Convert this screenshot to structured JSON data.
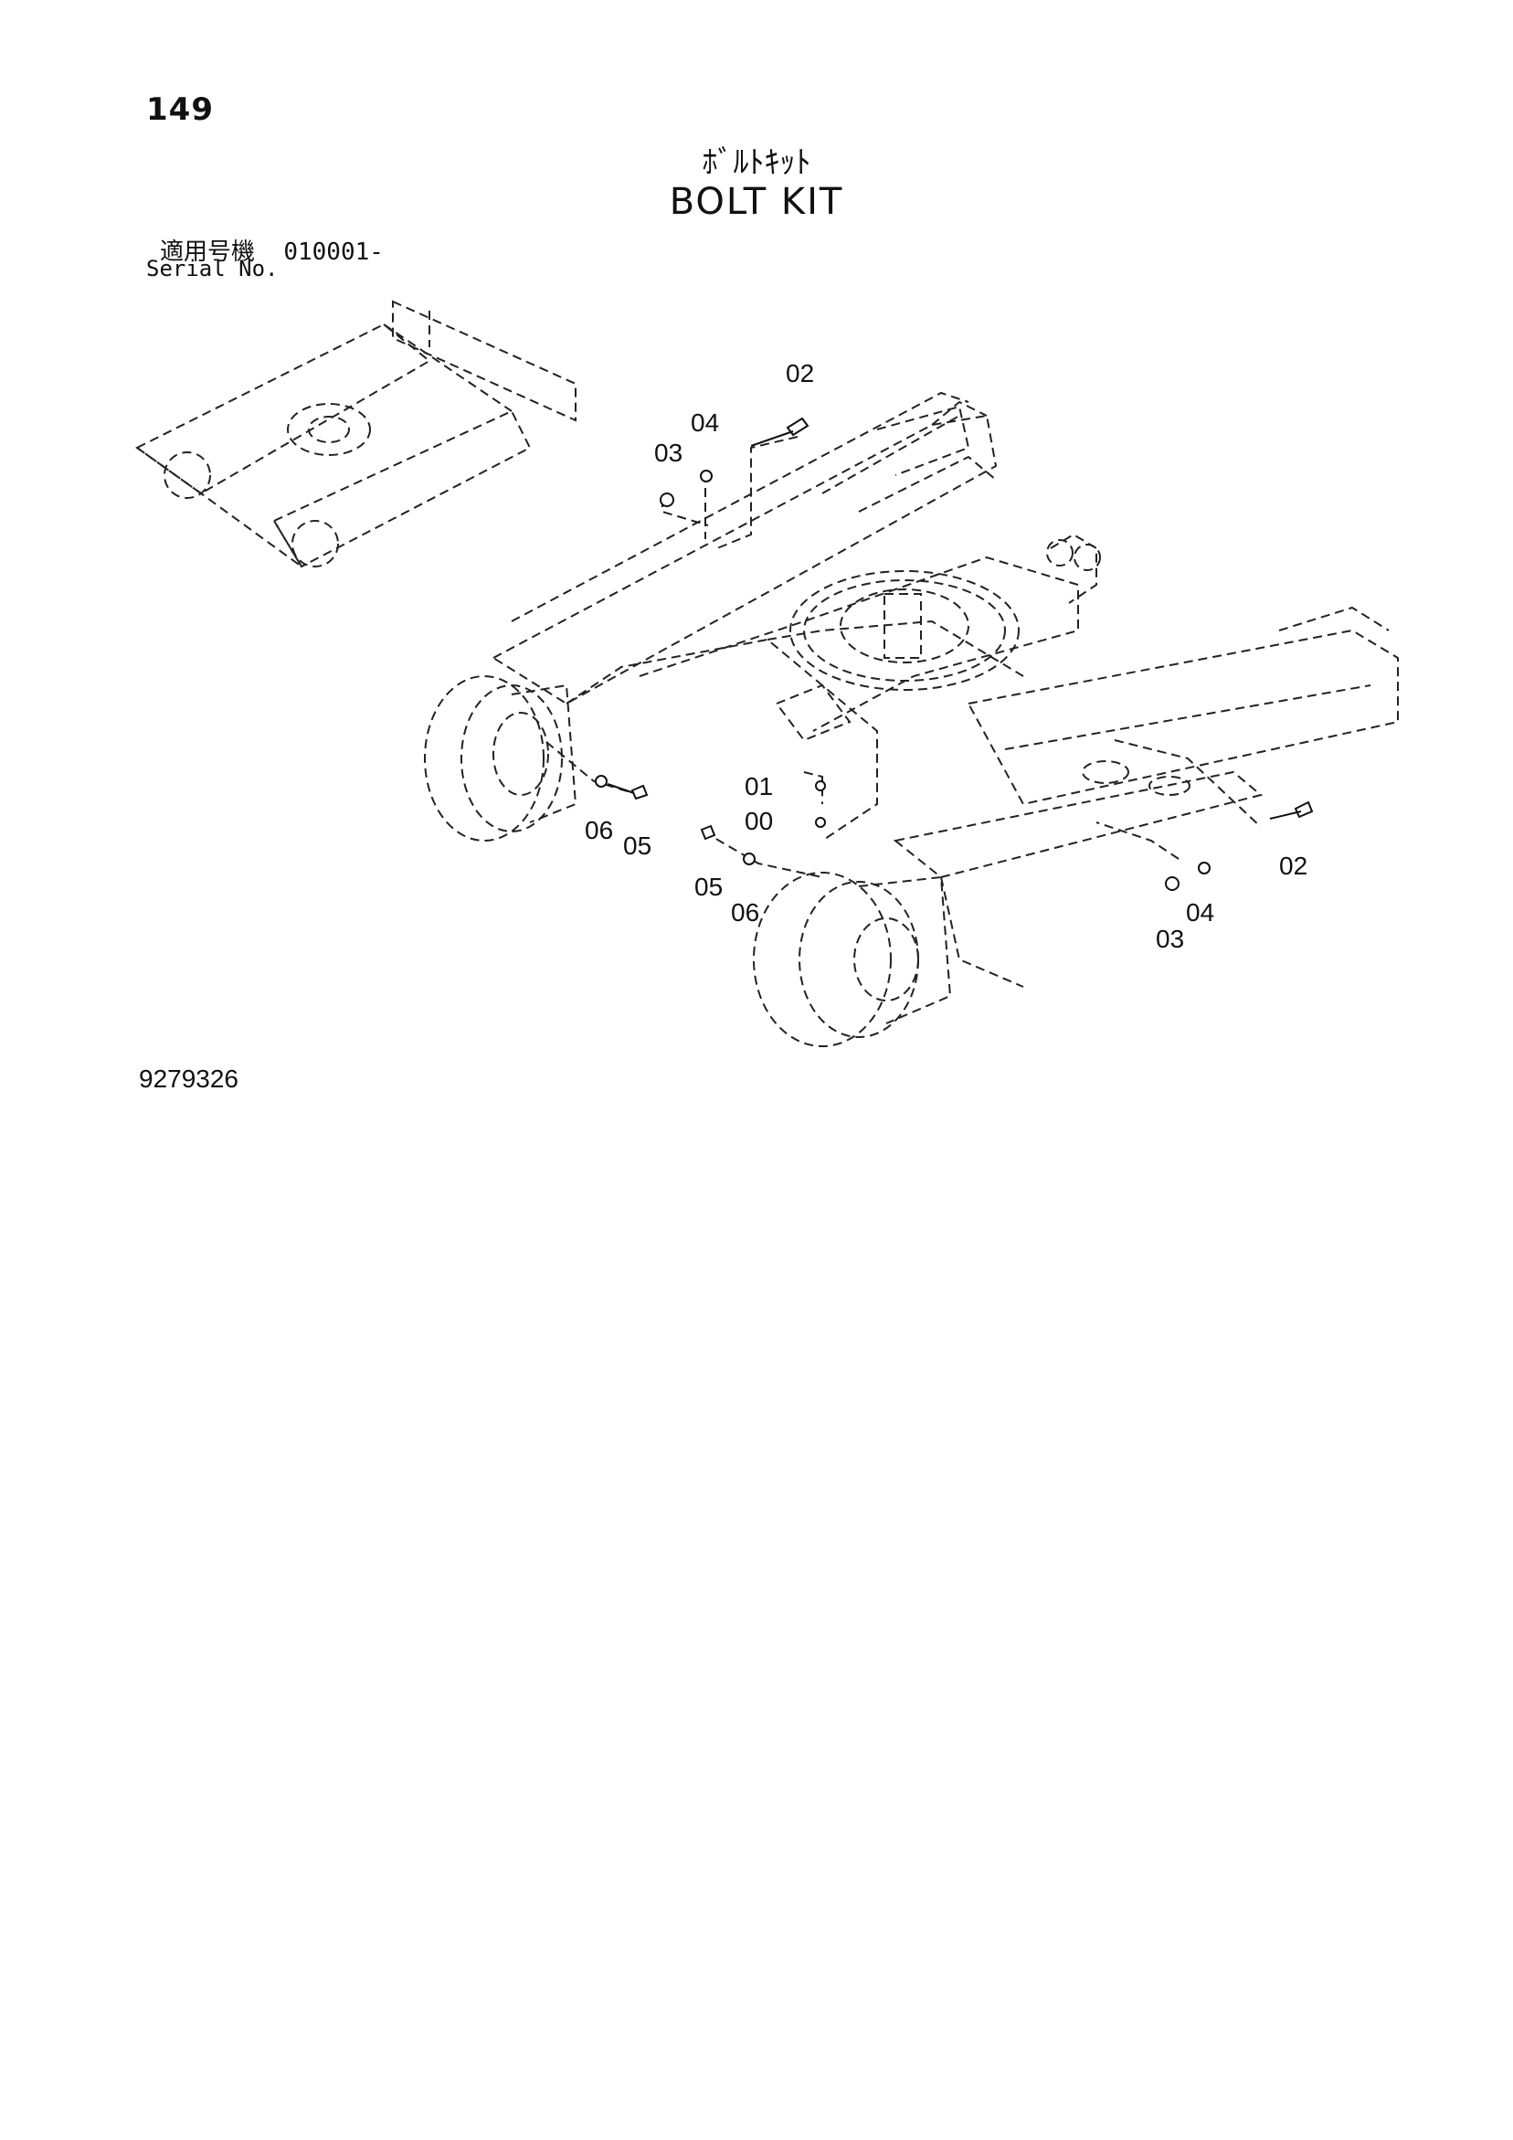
{
  "page": {
    "number": "149",
    "title_ja": "ﾎﾞﾙﾄｷｯﾄ",
    "title_en": "BOLT KIT",
    "serial_label_ja": "適用号機",
    "serial_value": "010001-",
    "serial_label_en": "Serial No.",
    "document_number": "9279326"
  },
  "diagram": {
    "callouts": {
      "c02_top": "02",
      "c04_top": "04",
      "c03_top": "03",
      "c06_left": "06",
      "c05_left": "05",
      "c01": "01",
      "c00": "00",
      "c05_mid": "05",
      "c06_mid": "06",
      "c02_right": "02",
      "c04_right": "04",
      "c03_right": "03"
    }
  }
}
